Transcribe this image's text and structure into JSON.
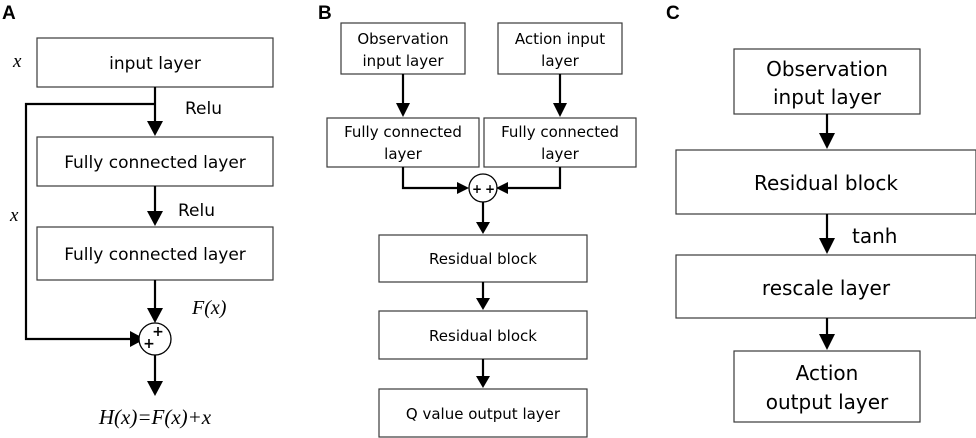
{
  "panel_a": {
    "label": "A",
    "input_var": "x",
    "skip_var": "x",
    "input_layer": "input layer",
    "act1": "Relu",
    "fc1": "Fully connected layer",
    "act2": "Relu",
    "fc2": "Fully connected layer",
    "fx": "F(x)",
    "sum_top": "+",
    "sum_left": "+",
    "output": "H(x)=F(x)+x"
  },
  "panel_b": {
    "label": "B",
    "obs_input": [
      "Observation",
      "input layer"
    ],
    "action_input": [
      "Action input",
      "layer"
    ],
    "fc_left": [
      "Fully connected",
      "layer"
    ],
    "fc_right": [
      "Fully connected",
      "layer"
    ],
    "sum_left": "+",
    "sum_right": "+",
    "residual1": "Residual block",
    "residual2": "Residual block",
    "q_output": "Q value output layer"
  },
  "panel_c": {
    "label": "C",
    "obs_input": [
      "Observation",
      "input layer"
    ],
    "residual": "Residual block",
    "act": "tanh",
    "rescale": "rescale layer",
    "action_output": [
      "Action",
      "output layer"
    ]
  }
}
